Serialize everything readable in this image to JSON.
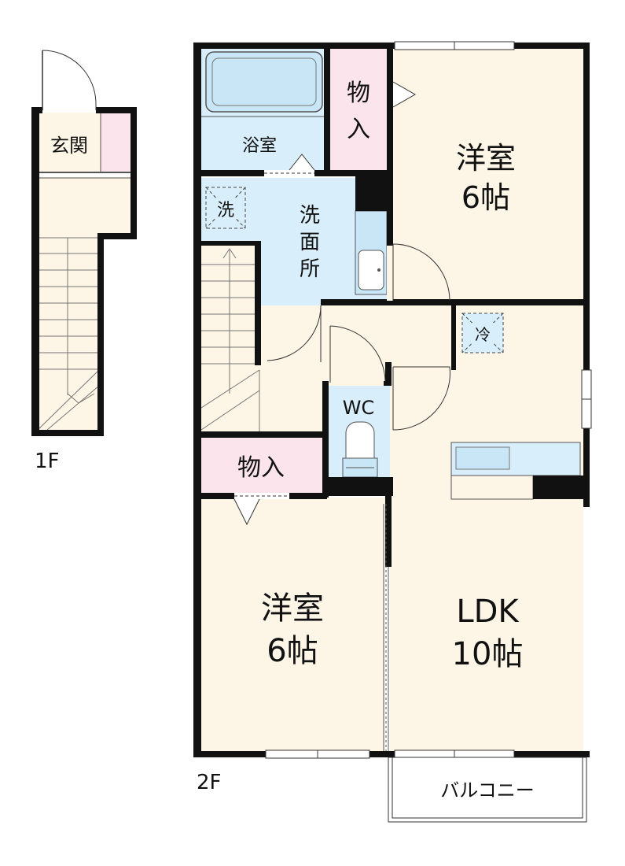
{
  "floor1": {
    "label": "1F",
    "entrance": "玄関"
  },
  "floor2": {
    "label": "2F",
    "bath": "浴室",
    "storage_top": "物入",
    "western_room_ne": {
      "name": "洋室",
      "size": "6帖"
    },
    "washer_mark": "洗",
    "washroom": "洗面所",
    "fridge_mark": "冷",
    "toilet": "WC",
    "storage_mid": "物入",
    "western_room_sw": {
      "name": "洋室",
      "size": "6帖"
    },
    "ldk": {
      "name": "LDK",
      "size": "10帖"
    },
    "balcony": "バルコニー"
  },
  "colors": {
    "wall": "#111111",
    "room_floor": "#fdf5e6",
    "wet_area": "#d9eefb",
    "storage": "#fbe4ec",
    "fixture": "#c9e6f7",
    "line": "#555555"
  }
}
